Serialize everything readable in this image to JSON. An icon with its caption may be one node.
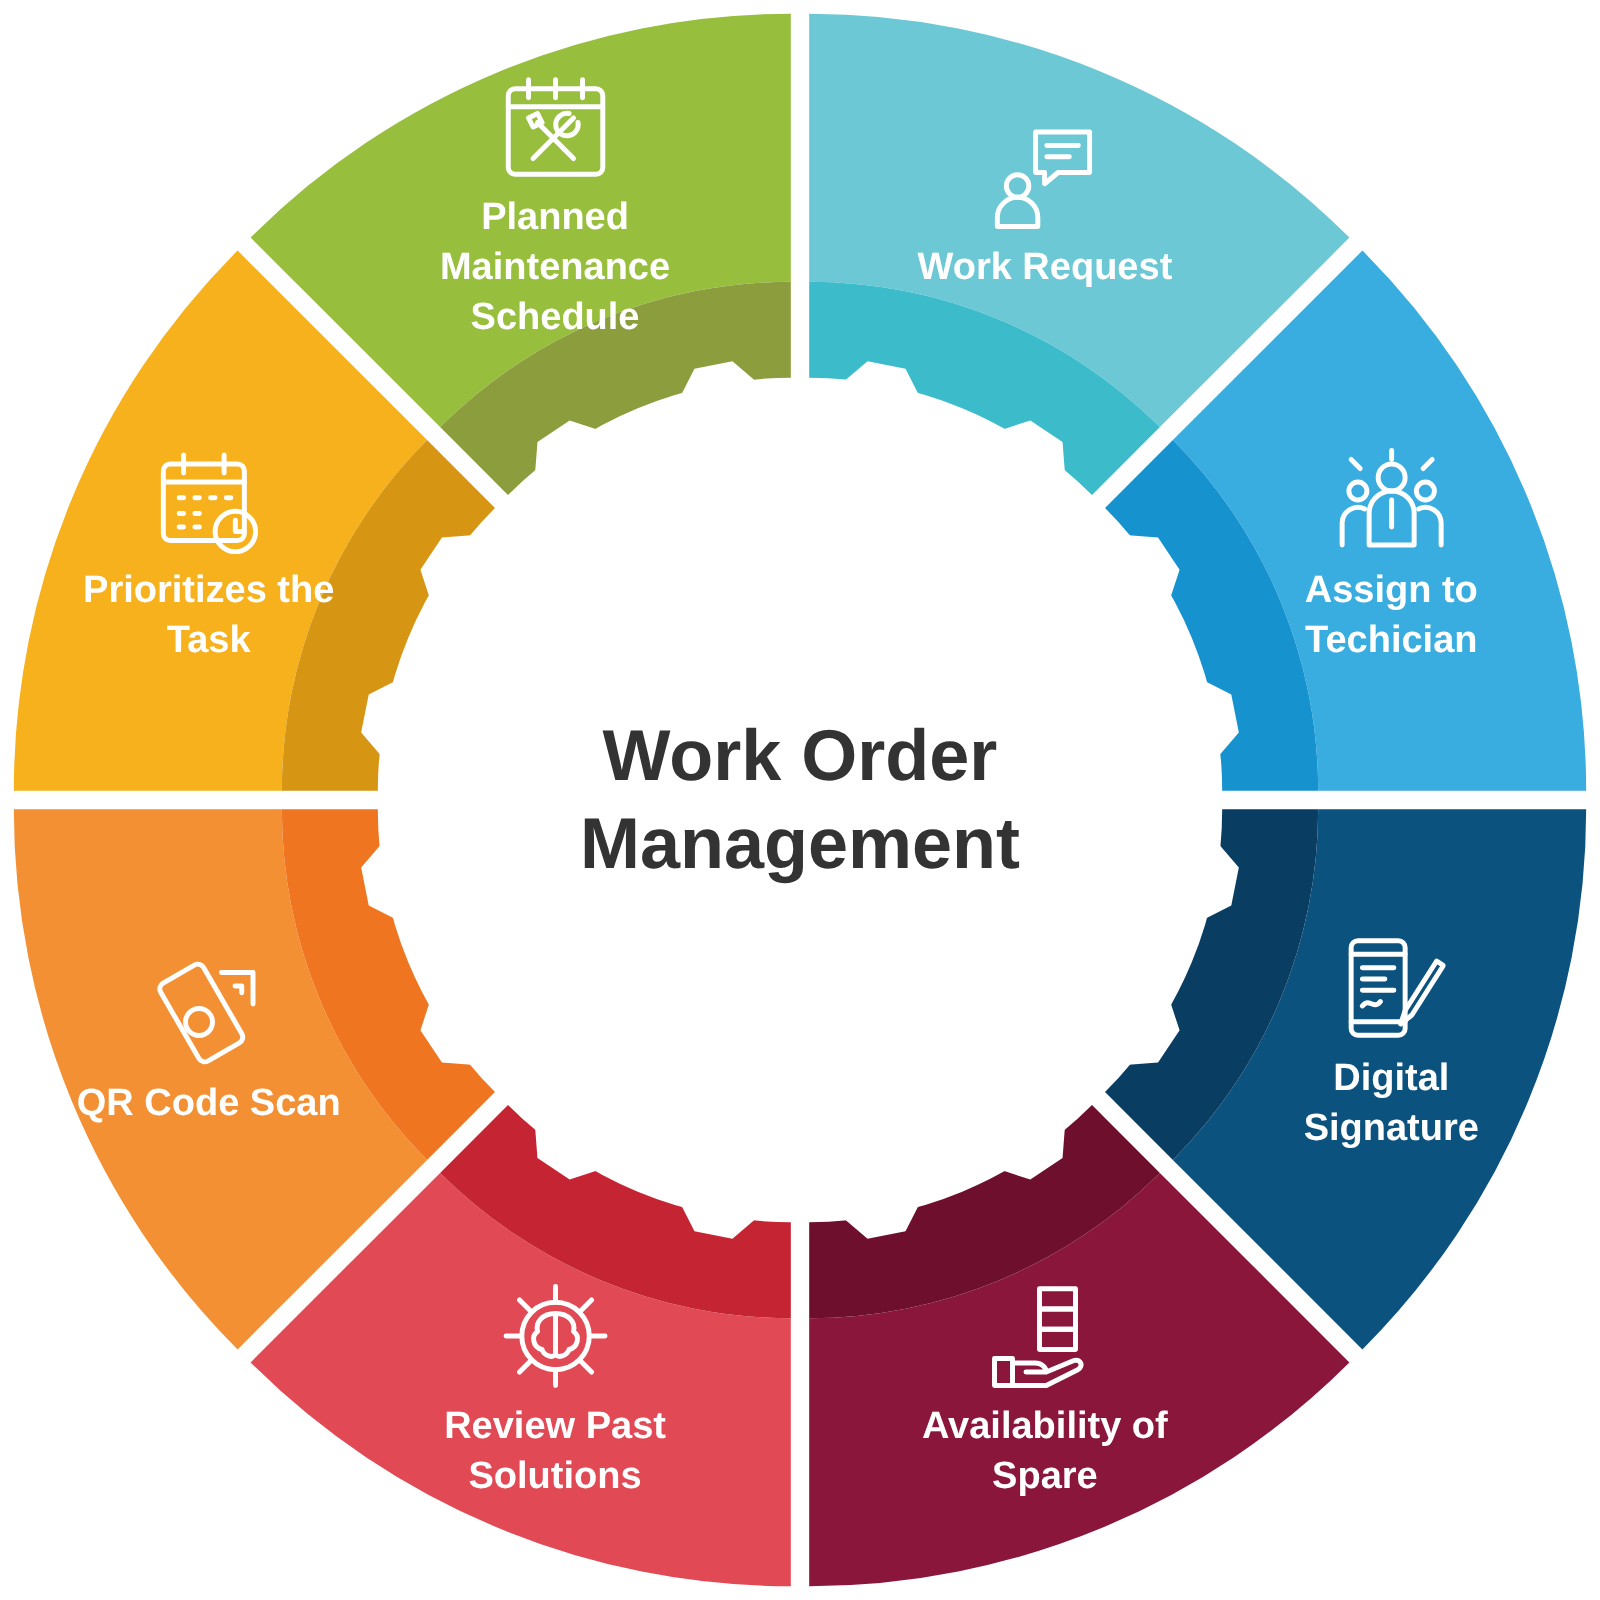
{
  "diagram": {
    "nodes": [
      {
        "text": [
          "Work Order Management"
        ]
      },
      {
        "text": [
          "Work Request"
        ]
      },
      {
        "text": [
          "Assign to Techician"
        ]
      },
      {
        "text": [
          "Digital Signature"
        ]
      },
      {
        "text": [
          "Availability of Spare"
        ]
      },
      {
        "text": [
          "Review Past Solutions"
        ]
      },
      {
        "text": [
          "QR Code Scan"
        ]
      },
      {
        "text": [
          "Prioritizes the Task"
        ]
      },
      {
        "text": [
          "Planned Maintenance Schedule"
        ]
      }
    ]
  }
}
